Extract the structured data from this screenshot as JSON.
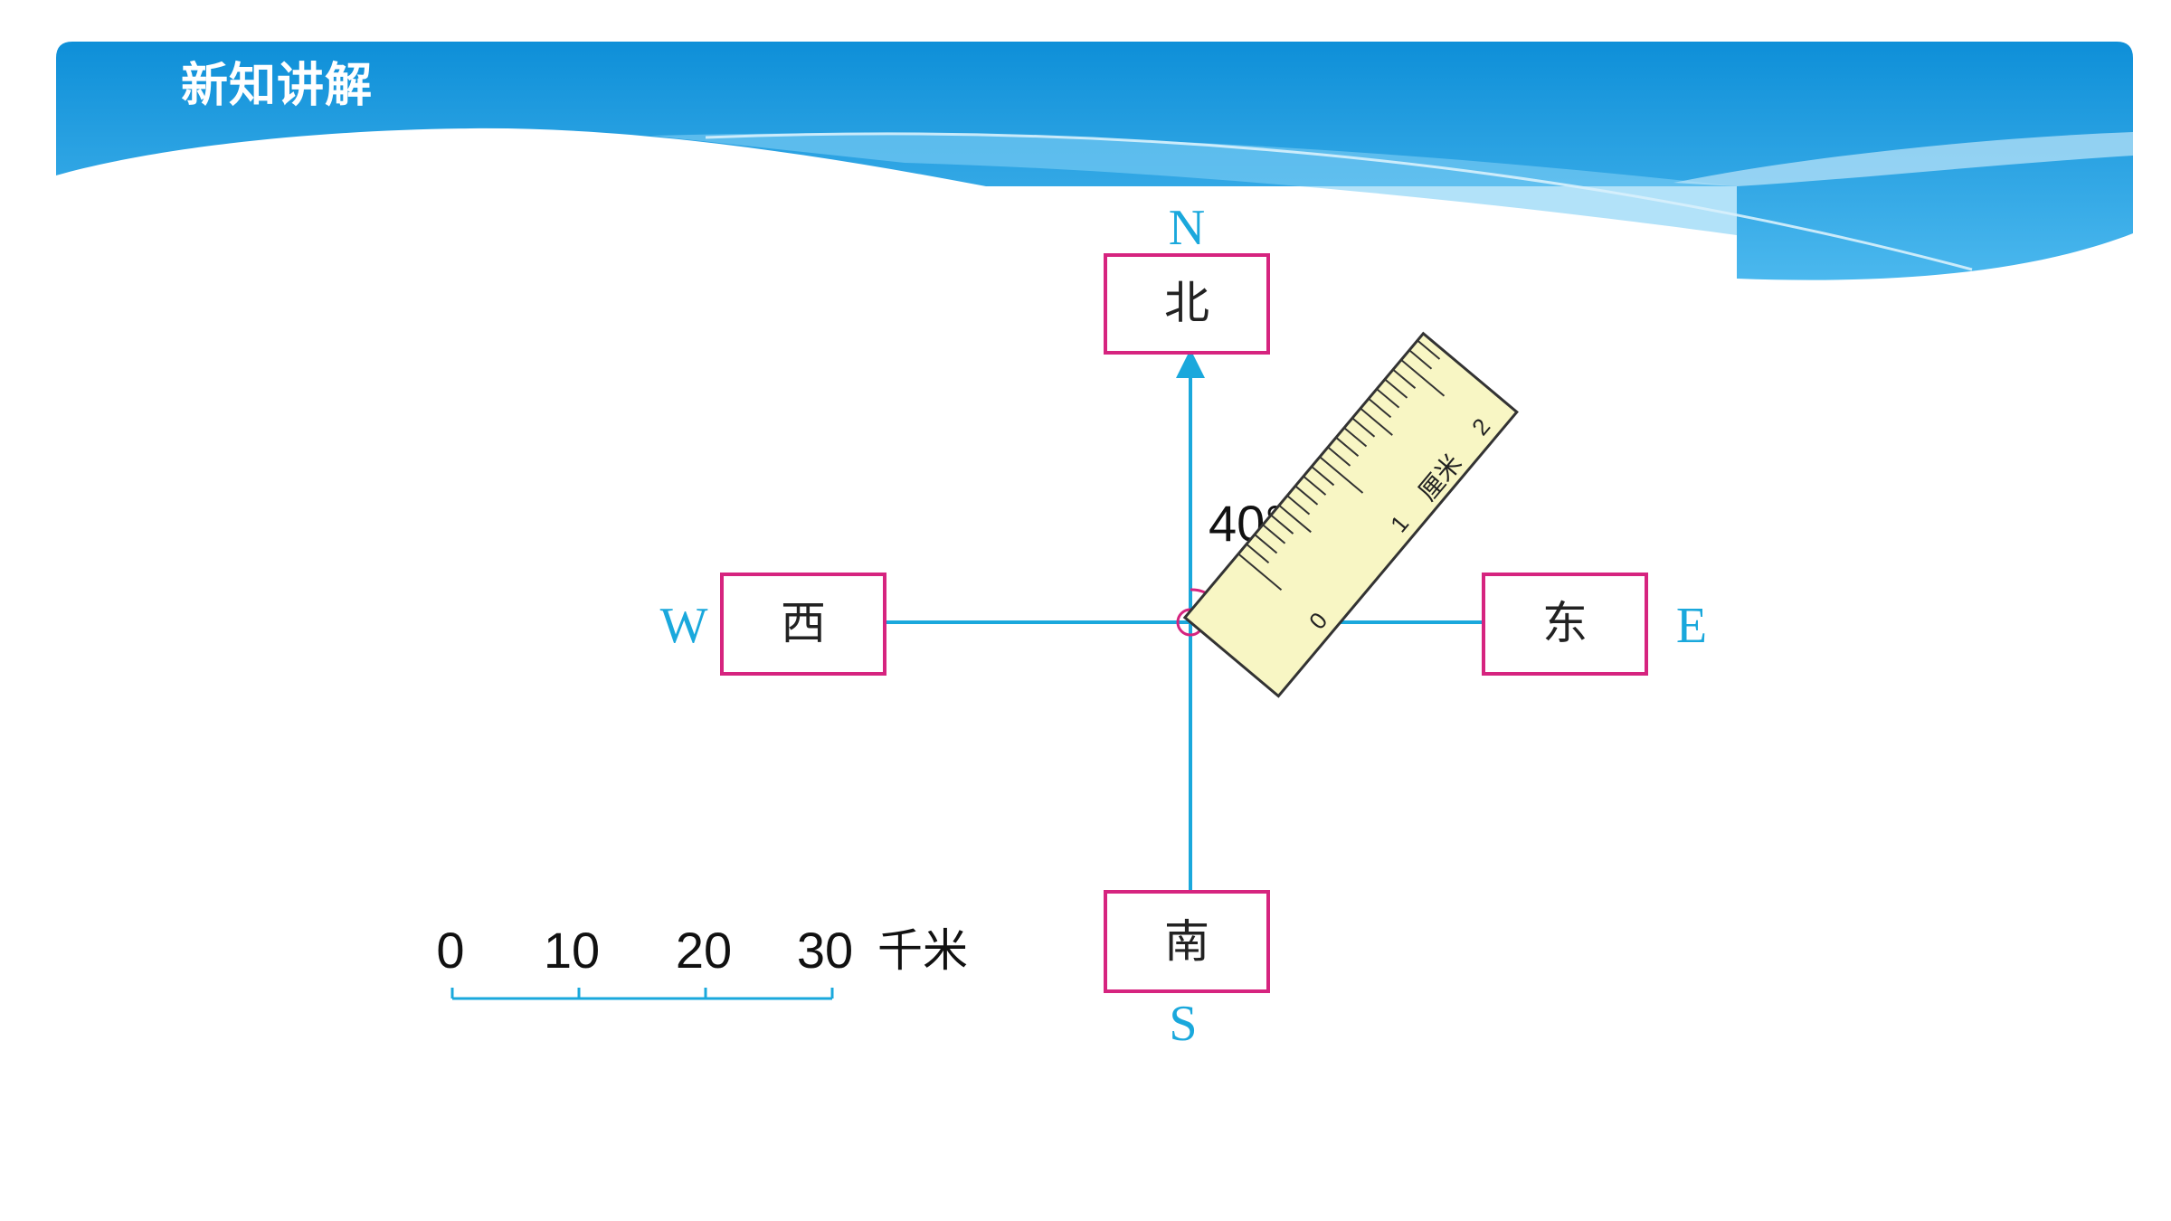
{
  "header": {
    "title": "新知讲解"
  },
  "compass": {
    "north_label": "北",
    "south_label": "南",
    "west_label": "西",
    "east_label": "东",
    "north_letter": "N",
    "south_letter": "S",
    "west_letter": "W",
    "east_letter": "E"
  },
  "angle": {
    "label": "40°"
  },
  "ruler": {
    "ticks": [
      "0",
      "1",
      "2"
    ],
    "unit": "厘米"
  },
  "scale": {
    "ticks": [
      "0",
      "10",
      "20",
      "30"
    ],
    "unit": "千米"
  },
  "colors": {
    "banner_top": "#0e8fd8",
    "banner_bottom": "#4bb8ee",
    "axis": "#1aa8dc",
    "box_border": "#d6247f",
    "ruler_fill": "#f8f6c4"
  }
}
